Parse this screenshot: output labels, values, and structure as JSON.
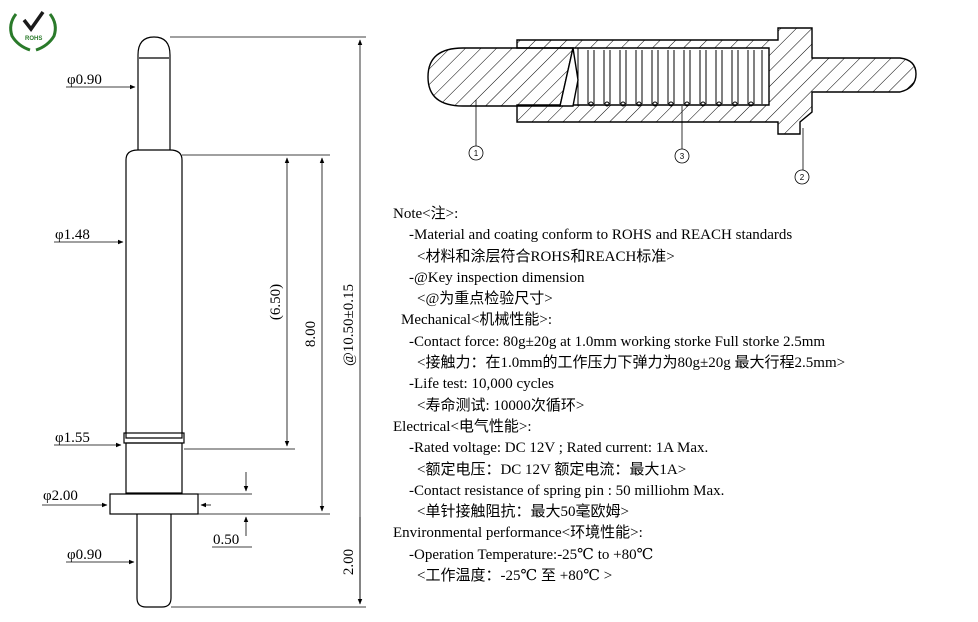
{
  "logo": {
    "text": "ROHS"
  },
  "dimensions": {
    "tip_dia": "φ0.90",
    "barrel_dia": "φ1.48",
    "groove_dia": "φ1.55",
    "flange_dia": "φ2.00",
    "tail_dia": "φ0.90",
    "flange_thk": "0.50",
    "ref_len": "(6.50)",
    "barrel_len": "8.00",
    "total_len": "@10.50±0.15",
    "tail_len": "2.00"
  },
  "callouts": {
    "c1": "1",
    "c2": "2",
    "c3": "3"
  },
  "notes": {
    "note_title": "Note<注>:",
    "note_1": "-Material and coating conform to ROHS and REACH standards",
    "note_1_cn": "<材料和涂层符合ROHS和REACH标准>",
    "note_2": "-@Key inspection dimension",
    "note_2_cn": "<@为重点检验尺寸>",
    "mech_title": "Mechanical<机械性能>:",
    "mech_1": "-Contact force: 80g±20g at 1.0mm working storke Full storke 2.5mm",
    "mech_1_cn": "<接触力：在1.0mm的工作压力下弹力为80g±20g  最大行程2.5mm>",
    "mech_2": "-Life test: 10,000 cycles",
    "mech_2_cn": "<寿命测试: 10000次循环>",
    "elec_title": "Electrical<电气性能>:",
    "elec_1": "-Rated voltage: DC 12V ; Rated current: 1A Max.",
    "elec_1_cn": "<额定电压：DC 12V 额定电流：最大1A>",
    "elec_2": "-Contact resistance of spring pin : 50 milliohm Max.",
    "elec_2_cn": "<单针接触阻抗：最大50毫欧姆>",
    "env_title": "Environmental performance<环境性能>:",
    "env_1": "-Operation Temperature:-25℃ to +80℃",
    "env_1_cn": "<工作温度：-25℃ 至 +80℃ >"
  }
}
